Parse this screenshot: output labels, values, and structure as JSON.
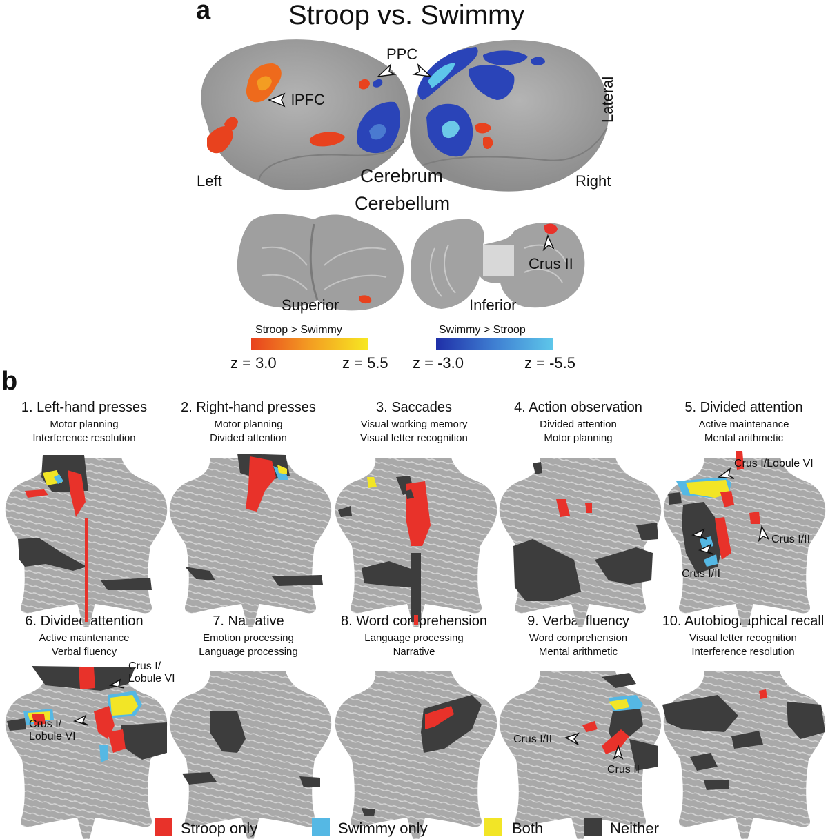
{
  "panel_a": {
    "letter": "a",
    "title": "Stroop vs. Swimmy",
    "labels": {
      "lpfc": "lPFC",
      "ppc": "PPC",
      "left": "Left",
      "right": "Right",
      "lateral": "Lateral",
      "cerebrum": "Cerebrum",
      "cerebellum": "Cerebellum",
      "superior": "Superior",
      "inferior": "Inferior",
      "crus_ii": "Crus II"
    },
    "colorbars": [
      {
        "label": "Stroop > Swimmy",
        "min_label": "z = 3.0",
        "max_label": "z = 5.5",
        "from": "#e8421e",
        "to": "#f7e822"
      },
      {
        "label": "Swimmy > Stroop",
        "min_label": "z = -3.0",
        "max_label": "z = -5.5",
        "from": "#1f2fa8",
        "to": "#5ec7ea"
      }
    ]
  },
  "panel_b": {
    "letter": "b",
    "maps": [
      {
        "title": "1. Left-hand presses",
        "sub1": "Motor planning",
        "sub2": "Interference resolution"
      },
      {
        "title": "2. Right-hand presses",
        "sub1": "Motor planning",
        "sub2": "Divided attention"
      },
      {
        "title": "3. Saccades",
        "sub1": "Visual working memory",
        "sub2": "Visual letter recognition"
      },
      {
        "title": "4. Action observation",
        "sub1": "Divided attention",
        "sub2": "Motor planning"
      },
      {
        "title": "5. Divided attention",
        "sub1": "Active maintenance",
        "sub2": "Mental arithmetic"
      },
      {
        "title": "6. Divided attention",
        "sub1": "Active maintenance",
        "sub2": "Verbal fluency"
      },
      {
        "title": "7. Narrative",
        "sub1": "Emotion processing",
        "sub2": "Language processing"
      },
      {
        "title": "8. Word comprehension",
        "sub1": "Language processing",
        "sub2": "Narrative"
      },
      {
        "title": "9. Verbal fluency",
        "sub1": "Word comprehension",
        "sub2": "Mental arithmetic"
      },
      {
        "title": "10. Autobiographical recall",
        "sub1": "Visual letter recognition",
        "sub2": "Interference resolution"
      }
    ],
    "annotations": {
      "m5_crus_lobule": "Crus I/Lobule VI",
      "m5_crus_right": "Crus I/II",
      "m5_crus_left": "Crus I/II",
      "m6_right_1": "Crus I/",
      "m6_right_2": "Lobule VI",
      "m6_left_1": "Crus I/",
      "m6_left_2": "Lobule VI",
      "m9_left": "Crus I/II",
      "m9_right": "Crus II"
    },
    "legend": [
      {
        "label": "Stroop only",
        "color": "#e8322a"
      },
      {
        "label": "Swimmy only",
        "color": "#55b8e4"
      },
      {
        "label": "Both",
        "color": "#f2e526"
      },
      {
        "label": "Neither",
        "color": "#3d3d3d"
      }
    ]
  },
  "colors": {
    "brain_gray": "#9a9a9a",
    "cerebellum_gray": "#a8a8a8",
    "red": "#e8322a",
    "blue": "#55b8e4",
    "yellow": "#f2e526",
    "dark": "#3d3d3d"
  }
}
